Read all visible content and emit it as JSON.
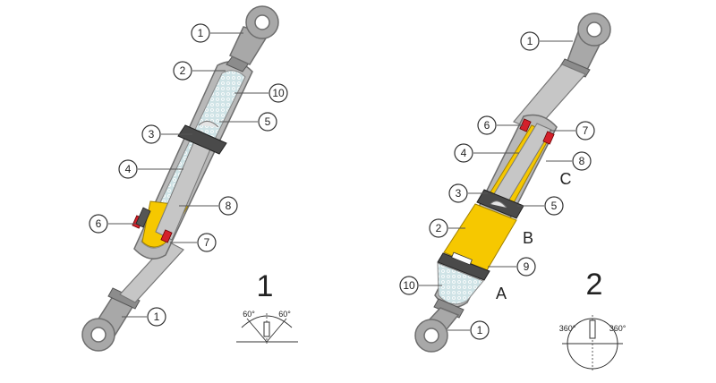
{
  "figure_1": {
    "number": "1",
    "callouts": {
      "c1_top": "1",
      "c2": "2",
      "c10": "10",
      "c3": "3",
      "c5": "5",
      "c4": "4",
      "c8": "8",
      "c6": "6",
      "c7": "7",
      "c1_bottom": "1"
    },
    "angle_left": "60°",
    "angle_right": "60°"
  },
  "figure_2": {
    "number": "2",
    "callouts": {
      "c1_top": "1",
      "c6": "6",
      "c7": "7",
      "c4": "4",
      "c8": "8",
      "c3": "3",
      "c5": "5",
      "c2": "2",
      "c9": "9",
      "c10": "10",
      "c1_bottom": "1"
    },
    "zone_a": "A",
    "zone_b": "B",
    "zone_c": "C",
    "angle_left": "360°",
    "angle_right": "360°"
  },
  "colors": {
    "metal": "#a8a8a8",
    "metal_dark": "#6e6e6e",
    "tube": "#c6c6c6",
    "oil": "#f6c800",
    "gas": "#cfe3e6",
    "seal": "#d4202a",
    "piston": "#4a4a4a"
  }
}
